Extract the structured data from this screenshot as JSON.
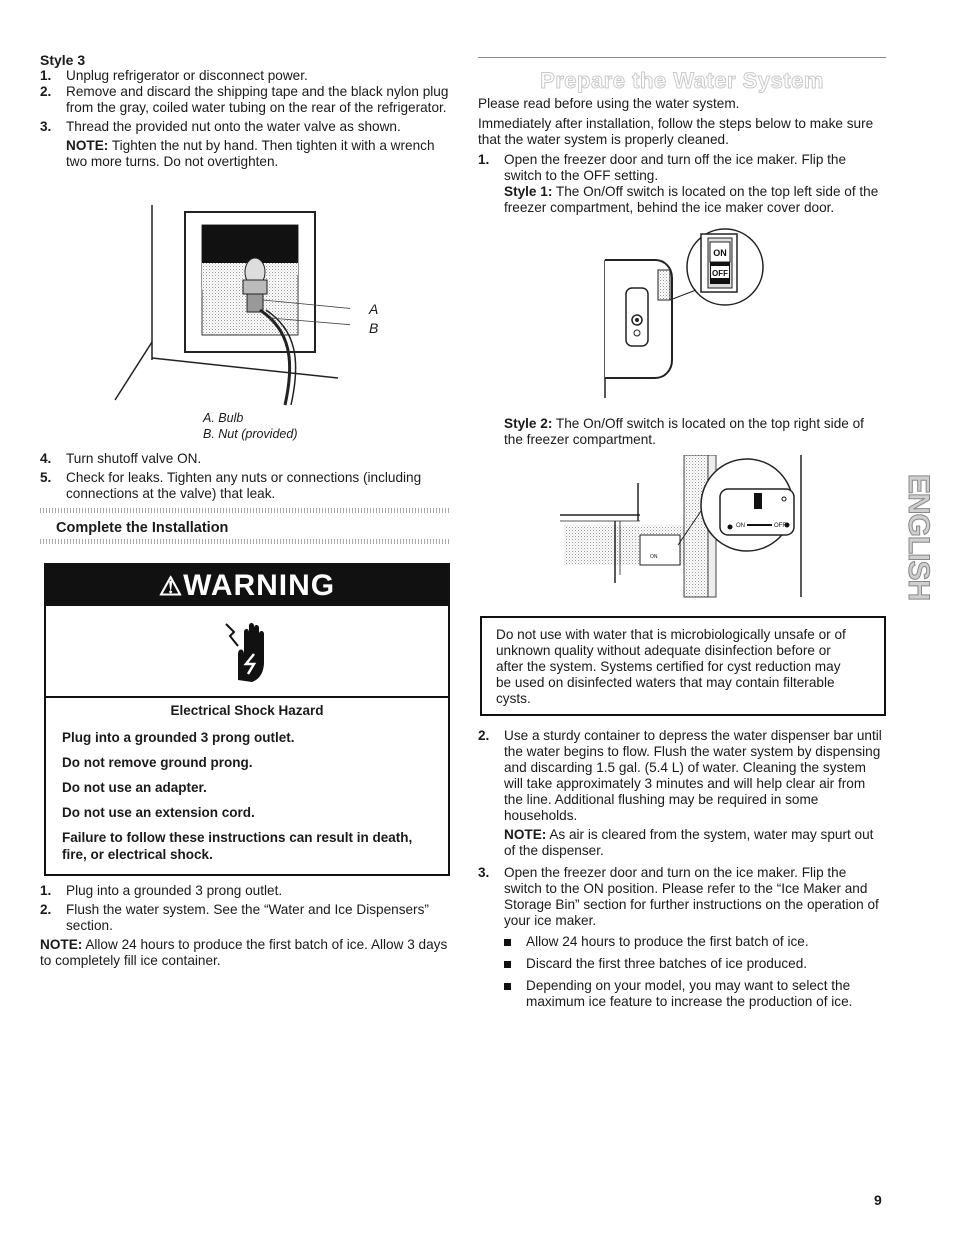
{
  "left": {
    "style3_heading": "Style 3",
    "steps_a": [
      {
        "num": "1.",
        "text": "Unplug refrigerator or disconnect power."
      },
      {
        "num": "2.",
        "text": "Remove and discard the shipping tape and the black nylon plug from the gray, coiled water tubing on the rear of the refrigerator."
      },
      {
        "num": "3.",
        "text": "Thread the provided nut onto the water valve as shown."
      }
    ],
    "note1_label": "NOTE:",
    "note1_text": " Tighten the nut by hand. Then tighten it with a wrench two more turns. Do not overtighten.",
    "fig1_label_a": "A",
    "fig1_label_b": "B",
    "fig1_cap_a": "A. Bulb",
    "fig1_cap_b": "B. Nut (provided)",
    "steps_b": [
      {
        "num": "4.",
        "text": "Turn shutoff valve ON."
      },
      {
        "num": "5.",
        "text": "Check for leaks. Tighten any nuts or connections (including connections at the valve) that leak."
      }
    ],
    "complete_heading": "Complete the Installation",
    "warning": {
      "title": "WARNING",
      "hazard": "Electrical Shock Hazard",
      "lines": [
        "Plug into a grounded 3 prong outlet.",
        "Do not remove ground prong.",
        "Do not use an adapter.",
        "Do not use an extension cord.",
        "Failure to follow these instructions can result in death, fire, or electrical shock."
      ]
    },
    "steps_c": [
      {
        "num": "1.",
        "text": "Plug into a grounded 3 prong outlet."
      },
      {
        "num": "2.",
        "text": "Flush the water system. See the “Water and Ice Dispensers” section."
      }
    ],
    "note2_label": "NOTE:",
    "note2_text": " Allow 24 hours to produce the first batch of ice. Allow 3 days to completely fill ice container."
  },
  "right": {
    "title": "Prepare the Water System",
    "intro1": "Please read before using the water system.",
    "intro2": "Immediately after installation, follow the steps below to make sure that the water system is properly cleaned.",
    "step1_num": "1.",
    "step1_text": "Open the freezer door and turn off the ice maker. Flip the switch to the OFF setting.",
    "style1_label": "Style 1:",
    "style1_text": " The On/Off switch is located on the top left side of the freezer compartment, behind the ice maker cover door.",
    "switch_on": "ON",
    "switch_off": "OFF",
    "style2_label": "Style 2:",
    "style2_text": " The On/Off switch is located on the top right side of the freezer compartment.",
    "fig2_on": "ON",
    "fig2_off": "OFF",
    "boxed_note": "Do not use with water that is microbiologically unsafe or of unknown quality without adequate disinfection before or after the system. Systems certified for cyst reduction may be used on disinfected waters that may contain filterable cysts.",
    "step2_num": "2.",
    "step2_text": "Use a sturdy container to depress the water dispenser bar until the water begins to flow. Flush the water system by dispensing and discarding 1.5 gal. (5.4 L) of water. Cleaning the system will take approximately 3 minutes and will help clear air from the line. Additional flushing may be required in some households.",
    "note3_label": "NOTE:",
    "note3_text": " As air is cleared from the system, water may spurt out of the dispenser.",
    "step3_num": "3.",
    "step3_text": "Open the freezer door and turn on the ice maker. Flip the switch to the ON position. Please refer to the “Ice Maker and Storage Bin” section for further instructions on the operation of your ice maker.",
    "bullets": [
      "Allow 24 hours to produce the first batch of ice.",
      "Discard the first three batches of ice produced.",
      "Depending on your model, you may want to select the maximum ice feature to increase the production of ice."
    ]
  },
  "side_tab": "ENGLISH",
  "page_number": "9"
}
